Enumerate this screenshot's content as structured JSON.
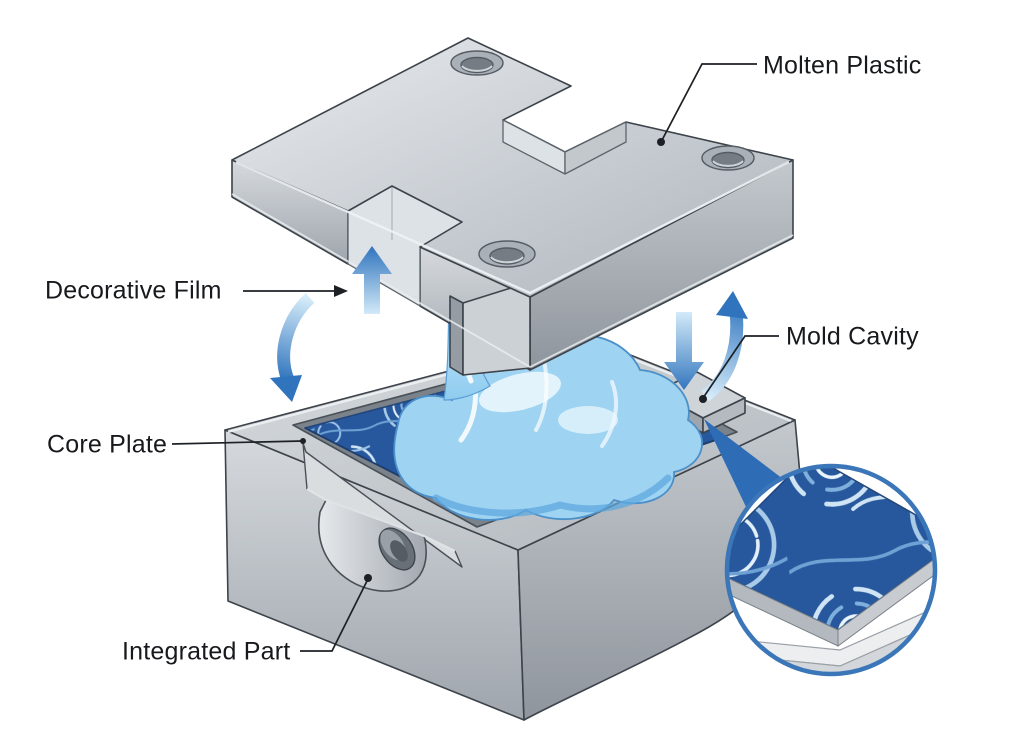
{
  "diagram": {
    "background": "#ffffff",
    "labels": {
      "molten_plastic": "Molten Plastic",
      "decorative_film": "Decorative Film",
      "mold_cavity": "Mold Cavity",
      "core_plate": "Core Plate",
      "integrated_part": "Integrated Part"
    },
    "colors": {
      "label_text": "#17191c",
      "leader_line": "#1d2125",
      "metal_light": "#e8ebee",
      "metal_mid": "#c7ccd2",
      "metal_dark": "#8f959c",
      "outline": "#3d434a",
      "film_base": "#27579d",
      "film_swirl_light": "#cfe4f4",
      "film_swirl_mid": "#7fb0dc",
      "plastic_light": "#e9f6fd",
      "plastic_mid": "#9fd3f2",
      "plastic_deep": "#5ea8de",
      "arrow_blue": "#2f74bd",
      "arrow_fade": "#d7edfa",
      "inset_ring": "#3a76b8",
      "inset_cone": "#2e6db5"
    },
    "icons": {
      "film_up_arrow": "up-arrow",
      "plate_down_arrow": "down-arrow",
      "left_swing_arrow": "curved-arrow-down",
      "right_swing_arrow": "curved-arrow-up",
      "detail_callout": "magnified-inset-circle"
    }
  }
}
